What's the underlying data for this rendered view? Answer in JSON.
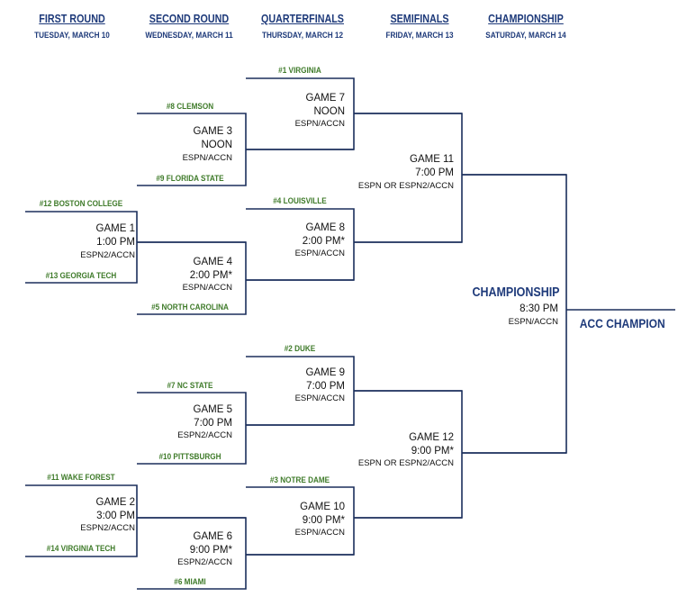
{
  "colors": {
    "line": "#1b2f5c",
    "round_title": "#1e3a7a",
    "team": "#3f7b2a",
    "text": "#111111",
    "champion": "#1e3a7a"
  },
  "rounds": [
    {
      "title": "FIRST ROUND",
      "date": "TUESDAY, MARCH 10"
    },
    {
      "title": "SECOND ROUND",
      "date": "WEDNESDAY, MARCH 11"
    },
    {
      "title": "QUARTERFINALS",
      "date": "THURSDAY, MARCH 12"
    },
    {
      "title": "SEMIFINALS",
      "date": "FRIDAY, MARCH 13"
    },
    {
      "title": "CHAMPIONSHIP",
      "date": "SATURDAY, MARCH 14"
    }
  ],
  "teams": {
    "virginia": "#1 VIRGINIA",
    "clemson": "#8 CLEMSON",
    "florida_state": "#9 FLORIDA STATE",
    "boston_college": "#12 BOSTON COLLEGE",
    "louisville": "#4 LOUISVILLE",
    "georgia_tech": "#13 GEORGIA TECH",
    "north_carolina": "#5 NORTH CAROLINA",
    "duke": "#2 DUKE",
    "nc_state": "#7 NC STATE",
    "pittsburgh": "#10 PITTSBURGH",
    "wake_forest": "#11 WAKE FOREST",
    "notre_dame": "#3 NOTRE DAME",
    "virginia_tech": "#14 VIRGINIA TECH",
    "miami": "#6 MIAMI"
  },
  "games": {
    "g1": {
      "game": "GAME 1",
      "time": "1:00 PM",
      "network": "ESPN2/ACCN"
    },
    "g2": {
      "game": "GAME 2",
      "time": "3:00 PM",
      "network": "ESPN2/ACCN"
    },
    "g3": {
      "game": "GAME 3",
      "time": "NOON",
      "network": "ESPN/ACCN"
    },
    "g4": {
      "game": "GAME 4",
      "time": "2:00 PM*",
      "network": "ESPN/ACCN"
    },
    "g5": {
      "game": "GAME 5",
      "time": "7:00 PM",
      "network": "ESPN2/ACCN"
    },
    "g6": {
      "game": "GAME 6",
      "time": "9:00 PM*",
      "network": "ESPN2/ACCN"
    },
    "g7": {
      "game": "GAME 7",
      "time": "NOON",
      "network": "ESPN/ACCN"
    },
    "g8": {
      "game": "GAME 8",
      "time": "2:00 PM*",
      "network": "ESPN/ACCN"
    },
    "g9": {
      "game": "GAME 9",
      "time": "7:00 PM",
      "network": "ESPN/ACCN"
    },
    "g10": {
      "game": "GAME 10",
      "time": "9:00 PM*",
      "network": "ESPN/ACCN"
    },
    "g11": {
      "game": "GAME 11",
      "time": "7:00 PM",
      "network": "ESPN OR ESPN2/ACCN"
    },
    "g12": {
      "game": "GAME 12",
      "time": "9:00 PM*",
      "network": "ESPN OR ESPN2/ACCN"
    }
  },
  "championship": {
    "title": "CHAMPIONSHIP",
    "time": "8:30 PM",
    "network": "ESPN/ACCN"
  },
  "champion_label": "ACC CHAMPION"
}
